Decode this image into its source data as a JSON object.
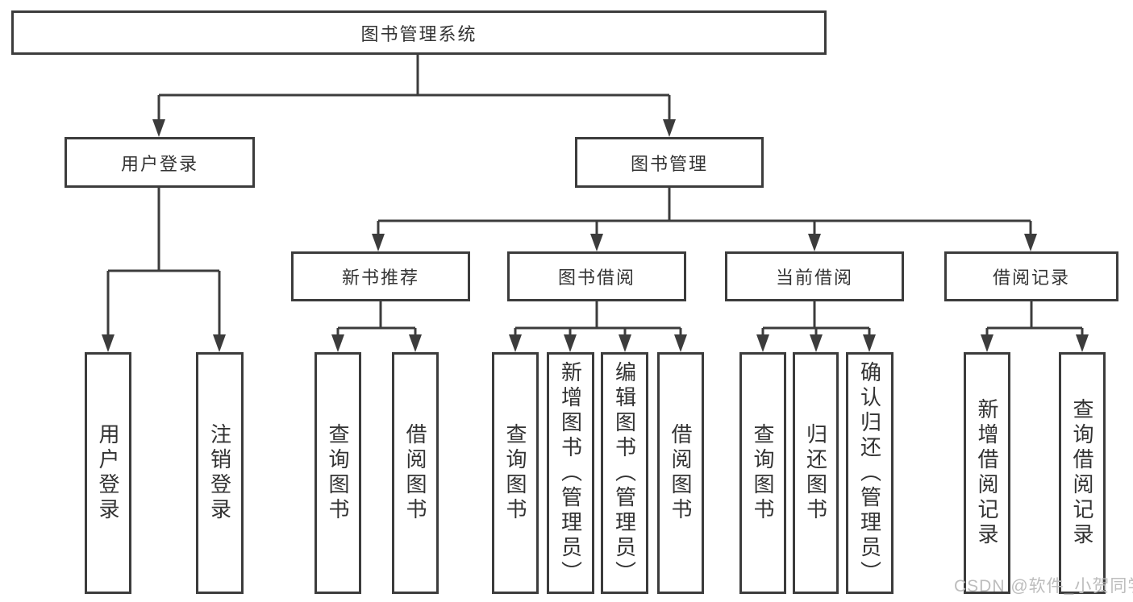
{
  "colors": {
    "line": "#3c3c3c",
    "text": "#333333",
    "watermark": "#bdbdbd",
    "background": "#ffffff"
  },
  "watermark": {
    "text": "CSDN @软件_小贺同学"
  },
  "diagram": {
    "title": "图书管理系统",
    "root": {
      "label": "图书管理系统"
    },
    "branches": {
      "user_login": {
        "label": "用户登录",
        "children": [
          "用户登录",
          "注销登录"
        ]
      },
      "book_management": {
        "label": "图书管理",
        "children": {
          "new_book_recommend": {
            "label": "新书推荐",
            "children": [
              "查询图书",
              "借阅图书"
            ]
          },
          "book_borrowing": {
            "label": "图书借阅",
            "children": [
              "查询图书",
              "新增图书（管理员）",
              "编辑图书（管理员）",
              "借阅图书"
            ]
          },
          "current_borrowing": {
            "label": "当前借阅",
            "children": [
              "查询图书",
              "归还图书",
              "确认归还（管理员）"
            ]
          },
          "borrowing_records": {
            "label": "借阅记录",
            "children": [
              "新增借阅记录",
              "查询借阅记录"
            ]
          }
        }
      }
    }
  }
}
